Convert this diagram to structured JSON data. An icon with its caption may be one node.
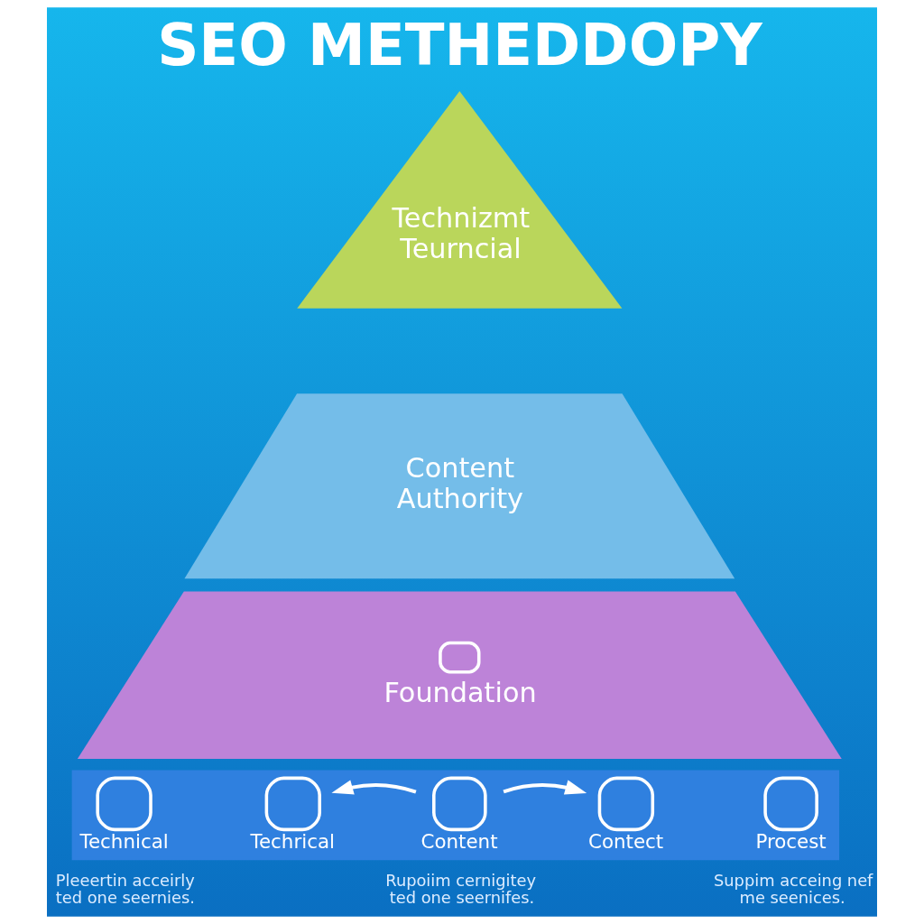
{
  "diagram": {
    "title": "SEO METHEDDOPY",
    "nodes": [
      {
        "text": [
          "Technizmt Teurncial"
        ]
      },
      {
        "text": [
          "Content Authority"
        ]
      },
      {
        "text": [
          "Foundation"
        ]
      },
      {
        "text": [],
        "shape": "bar"
      },
      {
        "text": [
          "Technical"
        ],
        "in": 3,
        "beside": [
          "Pleeertin acceirly ted one seernies."
        ]
      },
      {
        "text": [
          "Techrical"
        ],
        "in": 3
      },
      {
        "text": [
          "Content"
        ],
        "in": 3,
        "beside": [
          "Rupoiim cernigitey ted one seernifes."
        ]
      },
      {
        "text": [
          "Contect"
        ],
        "in": 3
      },
      {
        "text": [
          "Procest"
        ],
        "in": 3,
        "beside": [
          "Suppim acceing nef me seenices."
        ]
      }
    ],
    "edges": [
      {
        "from": 6,
        "to": 5,
        "arrow": "to"
      },
      {
        "from": 6,
        "to": 7,
        "arrow": "to"
      }
    ]
  }
}
